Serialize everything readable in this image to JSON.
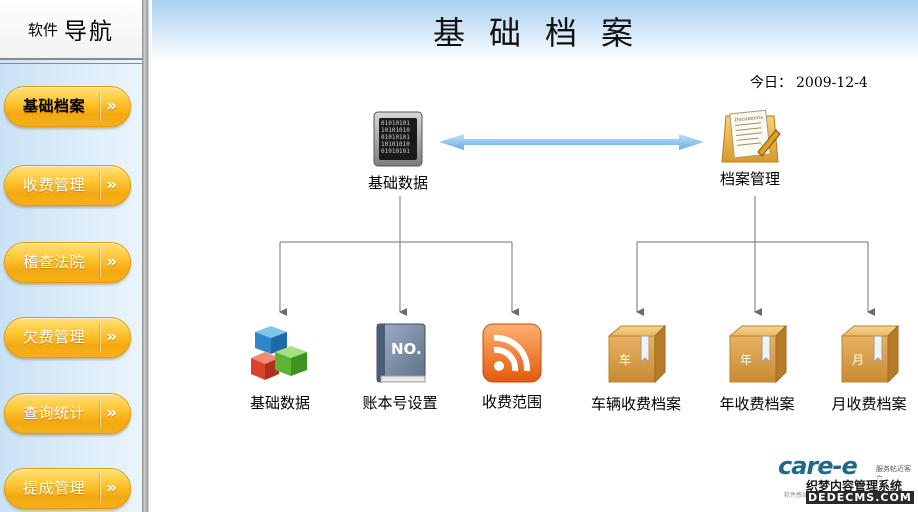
{
  "sidebar": {
    "title_small": "软件",
    "title_big": "导航",
    "items": [
      {
        "label": "基础档案",
        "arrow": "»",
        "active": true
      },
      {
        "label": "收费管理",
        "arrow": "»"
      },
      {
        "label": "稽查法院",
        "arrow": "»"
      },
      {
        "label": "欠费管理",
        "arrow": "»"
      },
      {
        "label": "查询统计",
        "arrow": "»"
      },
      {
        "label": "提成管理",
        "arrow": "»"
      }
    ]
  },
  "main": {
    "title": "基础档案",
    "date_label": "今日：",
    "date_value": "2009-12-4",
    "top_nodes": [
      {
        "label": "基础数据",
        "icon": "server-icon"
      },
      {
        "label": "档案管理",
        "icon": "documents-icon"
      }
    ],
    "children": [
      {
        "label": "基础数据",
        "icon": "cubes-icon"
      },
      {
        "label": "账本号设置",
        "icon": "book-icon",
        "icon_text": "NO."
      },
      {
        "label": "收费范围",
        "icon": "rss-icon"
      },
      {
        "label": "车辆收费档案",
        "icon": "box-icon",
        "icon_text": "车"
      },
      {
        "label": "年收费档案",
        "icon": "box-icon",
        "icon_text": "年"
      },
      {
        "label": "月收费档案",
        "icon": "box-icon",
        "icon_text": "月"
      }
    ]
  },
  "watermark": {
    "brand": "care-e",
    "brand_tag": "服务帖近客户",
    "cn": "织梦内容管理系统",
    "url": "DEDECMS.COM",
    "sub": "软件感动"
  },
  "colors": {
    "nav_button": "#f5a910",
    "banner": "#a9d1f1",
    "arrow_blue": "#7ab8e8",
    "connector": "#707070"
  }
}
